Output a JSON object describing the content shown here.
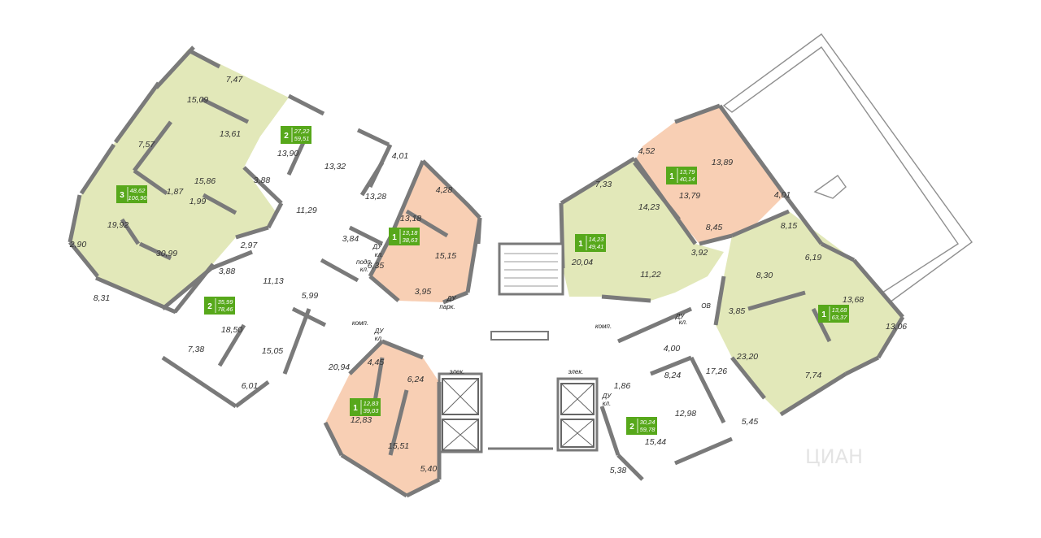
{
  "colors": {
    "green_fill": "#e2e8b9",
    "salmon_fill": "#f8cfb4",
    "badge_green": "#57a81b",
    "wall_gray": "#7a7a7a",
    "watermark": "#e4e4e4"
  },
  "watermark": "ЦИАН",
  "areas": [
    "7,47",
    "15,09",
    "13,61",
    "7,57",
    "15,86",
    "1,87",
    "1,99",
    "19,92",
    "30,99",
    "2,90",
    "8,31",
    "2,97",
    "3,88",
    "11,13",
    "18,50",
    "7,38",
    "6,01",
    "15,05",
    "5,99",
    "20,94",
    "4,45",
    "6,24",
    "12,83",
    "15,51",
    "5,40",
    "13,90",
    "3,88",
    "11,29",
    "13,32",
    "4,01",
    "13,28",
    "3,84",
    "4,28",
    "13,18",
    "15,15",
    "6,35",
    "3,95",
    "4,52",
    "13,89",
    "13,79",
    "4,01",
    "7,33",
    "14,23",
    "8,45",
    "8,15",
    "20,04",
    "11,22",
    "3,92",
    "6,19",
    "8,30",
    "3,85",
    "13,68",
    "13,06",
    "23,20",
    "7,74",
    "4,00",
    "17,26",
    "8,24",
    "1,86",
    "12,98",
    "5,45",
    "15,44",
    "5,38"
  ],
  "tags": [
    "ДУ",
    "кл.",
    "подп.",
    "кл.",
    "ДУ",
    "парк.",
    "комп.",
    "ДУ",
    "кл.",
    "элек.",
    "элек.",
    "комп.",
    "ДУ",
    "кл.",
    "ОВ",
    "ДУ",
    "кл."
  ],
  "badges": [
    {
      "rooms": "2",
      "living": "27,22",
      "total": "59,51"
    },
    {
      "rooms": "3",
      "living": "48,62",
      "total": "106,90"
    },
    {
      "rooms": "1",
      "living": "13,18",
      "total": "38,63"
    },
    {
      "rooms": "2",
      "living": "35,99",
      "total": "78,46"
    },
    {
      "rooms": "1",
      "living": "12,83",
      "total": "39,03"
    },
    {
      "rooms": "1",
      "living": "13,79",
      "total": "40,14"
    },
    {
      "rooms": "1",
      "living": "14,23",
      "total": "49,41"
    },
    {
      "rooms": "1",
      "living": "13,68",
      "total": "63,37"
    },
    {
      "rooms": "2",
      "living": "30,24",
      "total": "59,78"
    }
  ]
}
